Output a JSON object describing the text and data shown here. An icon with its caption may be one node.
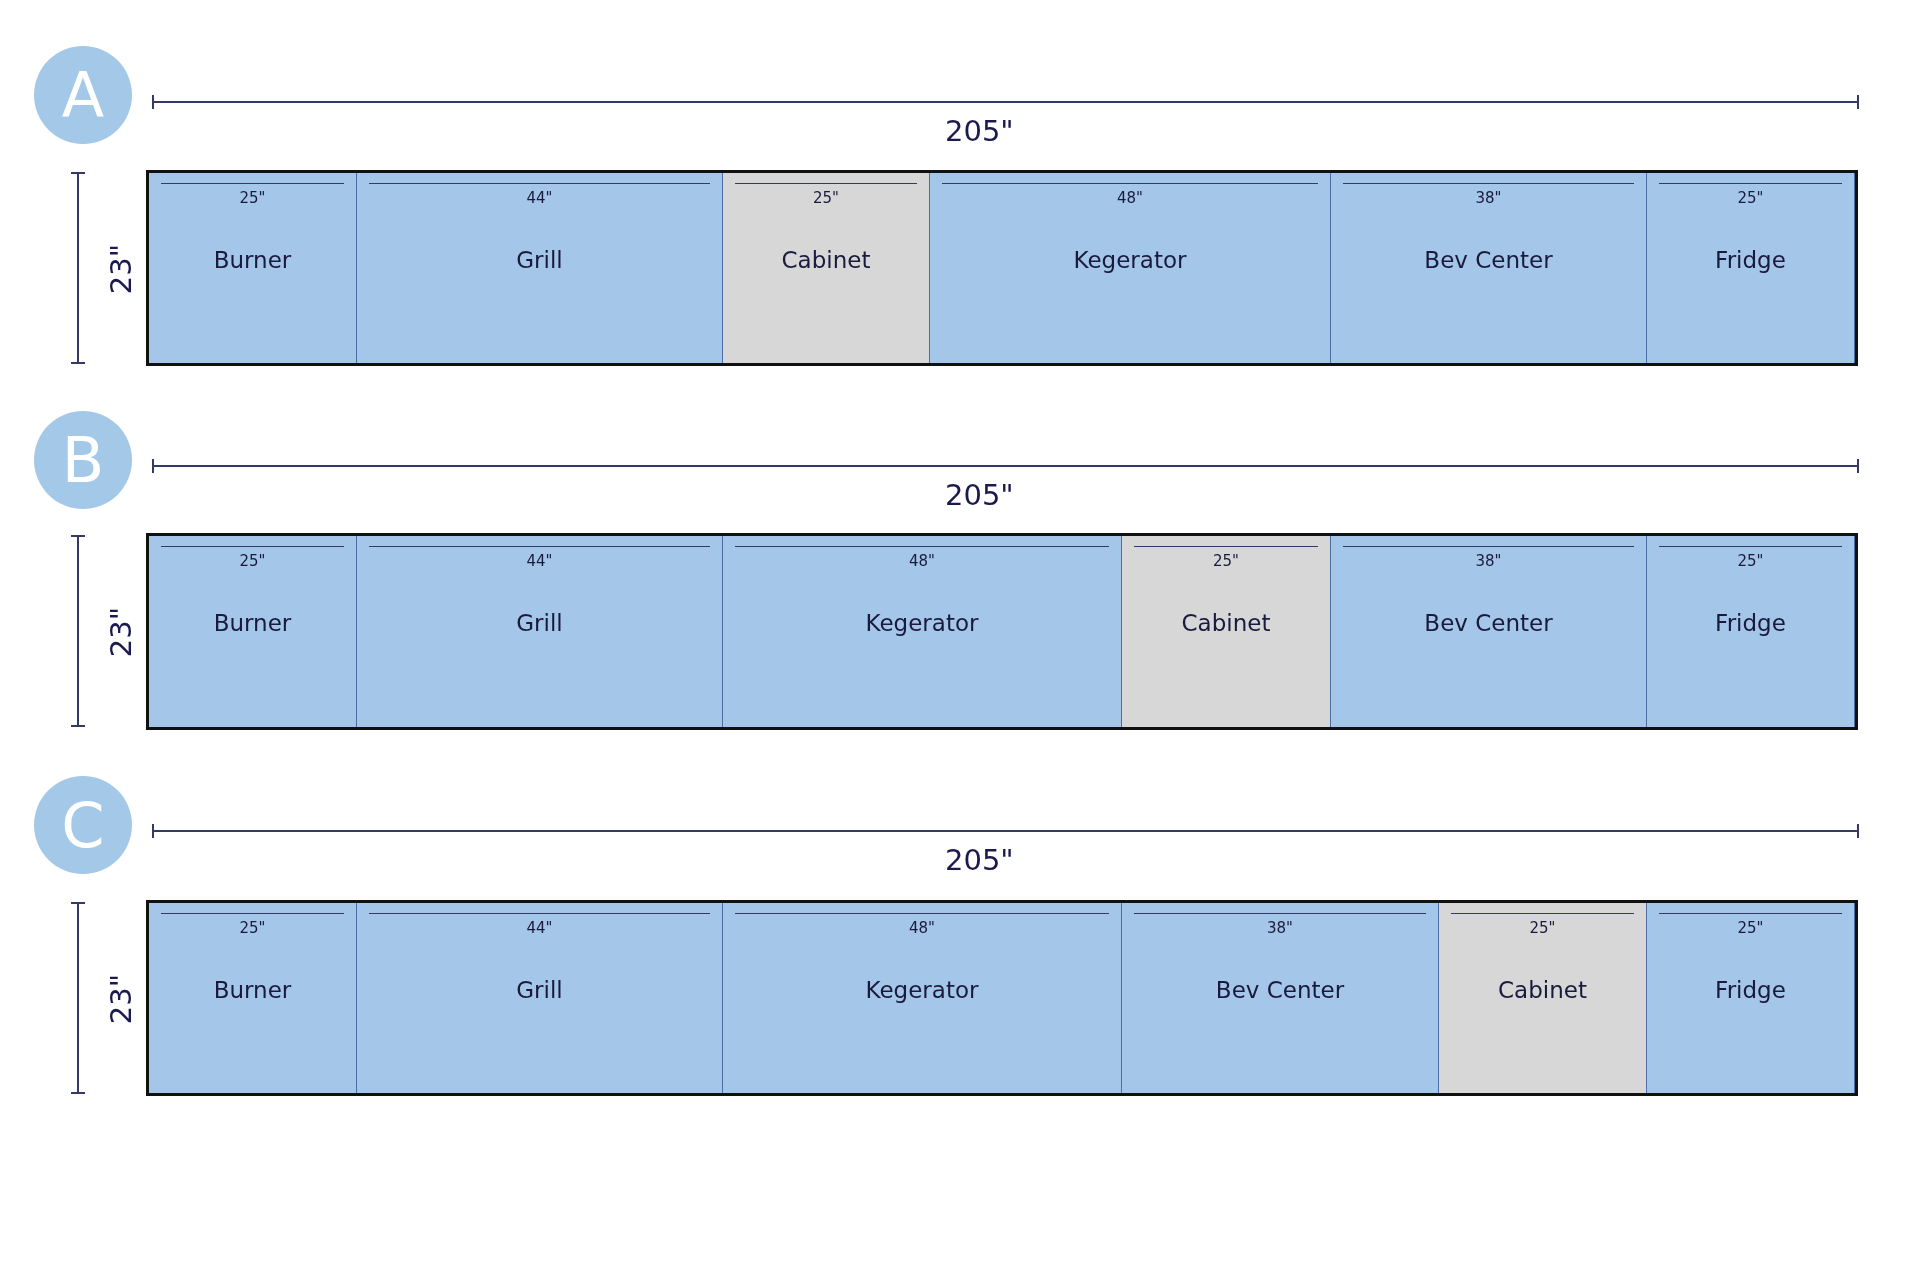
{
  "diagram": {
    "nodes": [
      {
        "text": [
          "A"
        ]
      },
      {
        "text": [],
        "shape": "box"
      },
      {
        "text": [
          "25\"",
          "Burner"
        ],
        "in": 1
      },
      {
        "text": [
          "44\"",
          "Grill"
        ],
        "in": 1
      },
      {
        "text": [
          "25\"",
          "Cabinet"
        ],
        "in": 1
      },
      {
        "text": [
          "48\"",
          "Kegerator"
        ],
        "in": 1
      },
      {
        "text": [
          "38\"",
          "Bev Center"
        ],
        "in": 1
      },
      {
        "text": [
          "25\"",
          "Fridge"
        ],
        "in": 1
      },
      {
        "text": [
          "B"
        ]
      },
      {
        "text": [],
        "shape": "box"
      },
      {
        "text": [
          "25\"",
          "Burner"
        ],
        "in": 9
      },
      {
        "text": [
          "44\"",
          "Grill"
        ],
        "in": 9
      },
      {
        "text": [
          "48\"",
          "Kegerator"
        ],
        "in": 9
      },
      {
        "text": [
          "25\"",
          "Cabinet"
        ],
        "in": 9
      },
      {
        "text": [
          "38\"",
          "Bev Center"
        ],
        "in": 9
      },
      {
        "text": [
          "25\"",
          "Fridge"
        ],
        "in": 9
      },
      {
        "text": [
          "C"
        ]
      },
      {
        "text": [],
        "shape": "box"
      },
      {
        "text": [
          "25\"",
          "Burner"
        ],
        "in": 17
      },
      {
        "text": [
          "44\"",
          "Grill"
        ],
        "in": 17
      },
      {
        "text": [
          "48\"",
          "Kegerator"
        ],
        "in": 17
      },
      {
        "text": [
          "38\"",
          "Bev Center"
        ],
        "in": 17
      },
      {
        "text": [
          "25\"",
          "Cabinet"
        ],
        "in": 17
      },
      {
        "text": [
          "25\"",
          "Fridge"
        ],
        "in": 17
      }
    ],
    "labels": [
      "205\"",
      "23\"",
      "205\"",
      "23\"",
      "205\"",
      "23\""
    ]
  }
}
